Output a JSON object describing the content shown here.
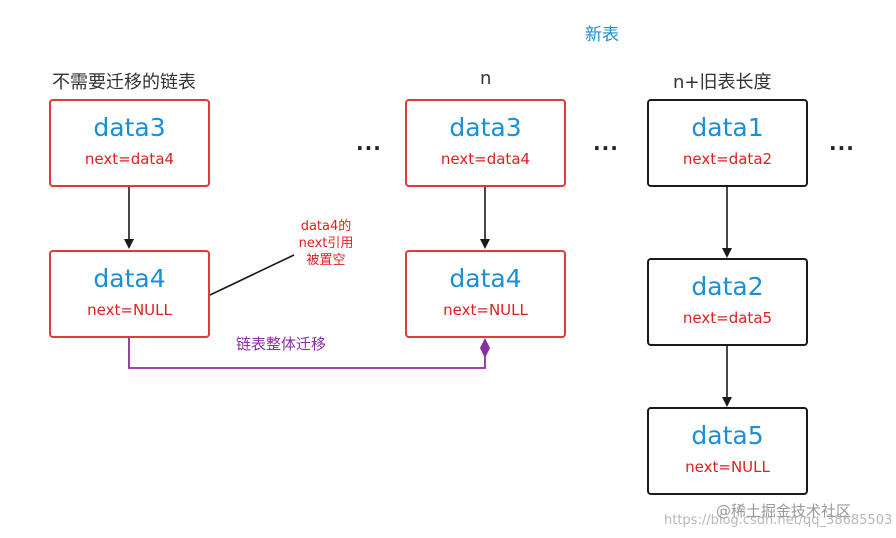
{
  "header": {
    "new_table": "新表",
    "left_label": "不需要迁移的链表",
    "mid_label": "n",
    "right_label": "n+旧表长度"
  },
  "nodes": {
    "left_top": {
      "title": "data3",
      "next": "next=data4"
    },
    "left_bottom": {
      "title": "data4",
      "next": "next=NULL"
    },
    "mid_top": {
      "title": "data3",
      "next": "next=data4"
    },
    "mid_bottom": {
      "title": "data4",
      "next": "next=NULL"
    },
    "right_1": {
      "title": "data1",
      "next": "next=data2"
    },
    "right_2": {
      "title": "data2",
      "next": "next=data5"
    },
    "right_3": {
      "title": "data5",
      "next": "next=NULL"
    }
  },
  "ellipsis": "...",
  "annotation": "data4的\nnext引用\n被置空",
  "migrate_label": "链表整体迁移",
  "watermark": {
    "url": "https://blog.csdn.net/qq_38685503",
    "brand": "@稀土掘金技术社区"
  },
  "colors": {
    "red_border": "#e03a3a",
    "blue_text": "#1b8fd6",
    "red_text": "#e02020",
    "purple": "#8a2ca3"
  }
}
